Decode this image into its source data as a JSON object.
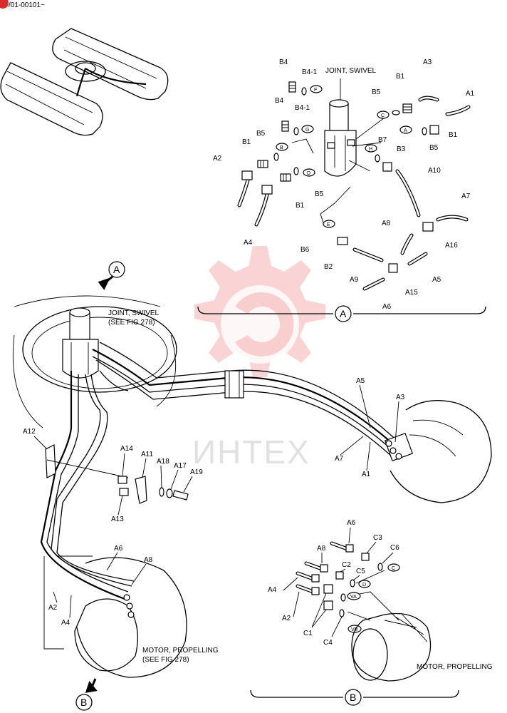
{
  "header": {
    "serial": "/01-00101~"
  },
  "watermark": {
    "text": "ИНТЕХ",
    "color": "#f07070"
  },
  "detailA": {
    "callout": "A",
    "title": "JOINT, SWIVEL",
    "labels": {
      "B4_top": "B4",
      "B4_1_top": "B4-1",
      "B4_mid": "B4",
      "B4_1_mid": "B4-1",
      "B5_left": "B5",
      "B1_left": "B1",
      "A2": "A2",
      "A4": "A4",
      "B5_lower": "B5",
      "B1_lower": "B1",
      "B5_right_top": "B5",
      "B1_right_top": "B1",
      "A3": "A3",
      "A1": "A1",
      "B1_right": "B1",
      "B5_right": "B5",
      "B7": "B7",
      "B3": "B3",
      "A10": "A10",
      "A7": "A7",
      "A8": "A8",
      "A16": "A16",
      "B6": "B6",
      "B2": "B2",
      "A9": "A9",
      "A5": "A5",
      "A15": "A15",
      "A6": "A6"
    },
    "ovals": [
      "F",
      "G",
      "C",
      "A",
      "B",
      "H",
      "D",
      "E"
    ]
  },
  "main": {
    "calloutA": "A",
    "calloutB": "B",
    "swivel_note_line1": "JOINT, SWIVEL",
    "swivel_note_line2": "(SEE FIG 278)",
    "motor_note_line1": "MOTOR, PROPELLING",
    "motor_note_line2": "(SEE FIG 278)",
    "labels": {
      "A5": "A5",
      "A3": "A3",
      "A7": "A7",
      "A1": "A1",
      "A12": "A12",
      "A14": "A14",
      "A11": "A11",
      "A18": "A18",
      "A17": "A17",
      "A19": "A19",
      "A13": "A13",
      "A6": "A6",
      "A8": "A8",
      "A2": "A2",
      "A4": "A4"
    }
  },
  "detailB": {
    "callout": "B",
    "motor": "MOTOR, PROPELLING",
    "labels": {
      "A6": "A6",
      "C3": "C3",
      "A8": "A8",
      "C6": "C6",
      "C2": "C2",
      "C5": "C5",
      "A4": "A4",
      "A2": "A2",
      "C1": "C1",
      "C4": "C4"
    },
    "ovals": [
      "C",
      "D",
      "VA",
      "VB"
    ]
  }
}
